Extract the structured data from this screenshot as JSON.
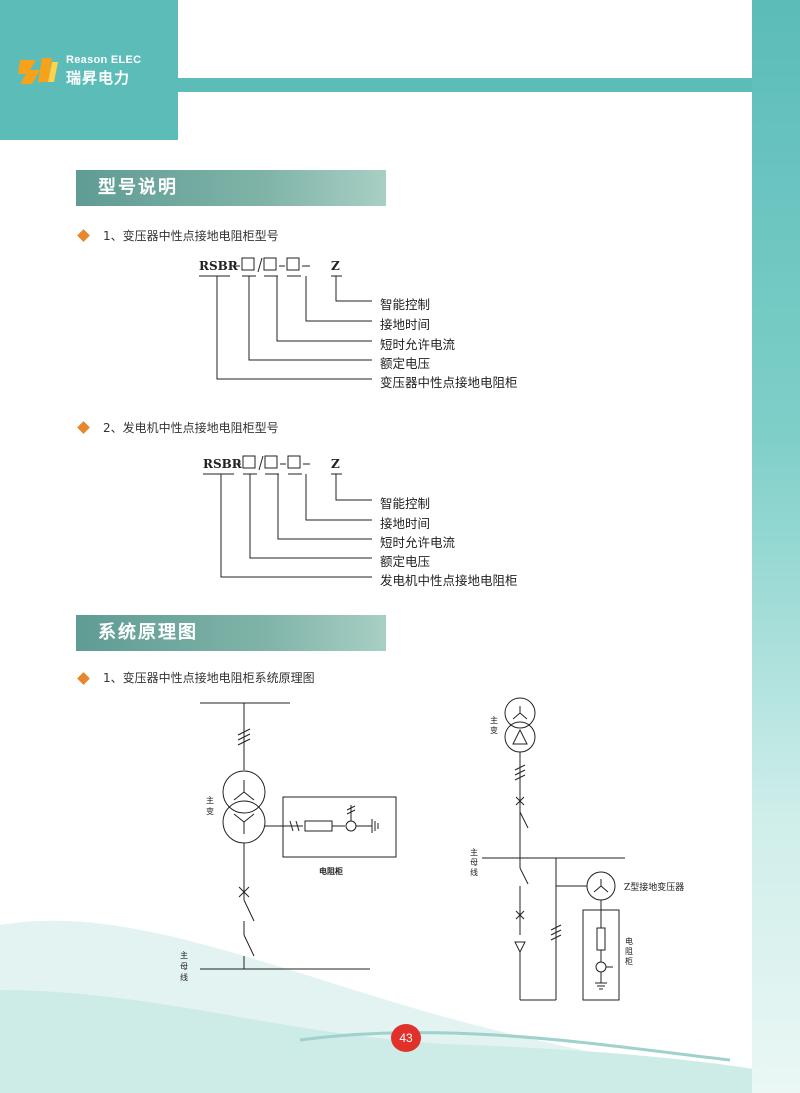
{
  "brand": {
    "name_en": "Reason ELEC",
    "name_cn": "瑞昇电力"
  },
  "sections": [
    {
      "title": "型号说明"
    },
    {
      "title": "系统原理图"
    }
  ],
  "model_items": [
    {
      "heading": "1、变压器中性点接地电阻柜型号",
      "code_prefix": "RSBR",
      "code_suffix": "Z",
      "labels": [
        "智能控制",
        "接地时间",
        "短时允许电流",
        "额定电压",
        "变压器中性点接地电阻柜"
      ]
    },
    {
      "heading": "2、发电机中性点接地电阻柜型号",
      "code_prefix": "RSBR",
      "code_suffix": "Z",
      "labels": [
        "智能控制",
        "接地时间",
        "短时允许电流",
        "额定电压",
        "发电机中性点接地电阻柜"
      ]
    }
  ],
  "diagram_heading": "1、变压器中性点接地电阻柜系统原理图",
  "diagram_left": {
    "main_transformer": [
      "主",
      "变"
    ],
    "resistor_cabinet": "电阻柜",
    "main_bus": [
      "主",
      "母",
      "线"
    ]
  },
  "diagram_right": {
    "main_transformer": [
      "主",
      "变"
    ],
    "main_bus": [
      "主",
      "母",
      "线"
    ],
    "z_transformer": "Z型接地变压器",
    "resistor_cabinet": [
      "电",
      "阻",
      "柜"
    ]
  },
  "page_number": "43",
  "colors": {
    "teal": "#5bbcb8",
    "title_bar": "#6fa89e",
    "bullet": "#e8862c",
    "page_badge": "#e0322b"
  }
}
